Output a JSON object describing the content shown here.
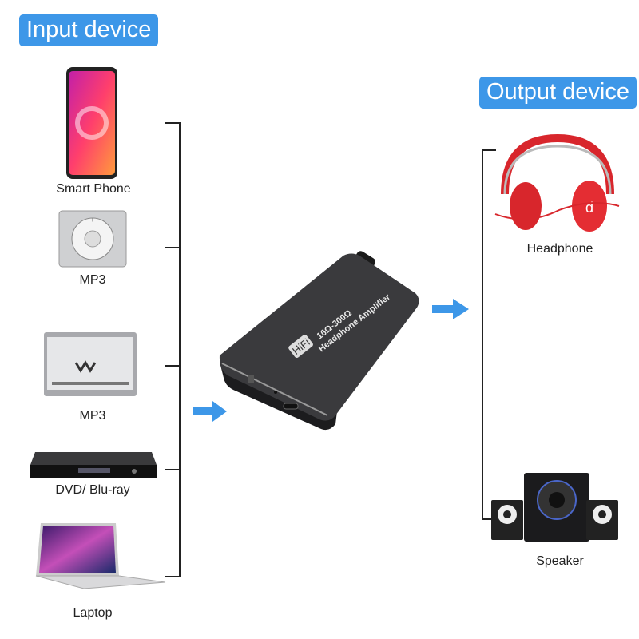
{
  "input_badge": "Input device",
  "output_badge": "Output device",
  "inputs": [
    {
      "label": "Smart Phone",
      "icon": "smartphone-icon"
    },
    {
      "label": "MP3",
      "icon": "mp3-player-icon"
    },
    {
      "label": "MP3",
      "icon": "walkman-icon"
    },
    {
      "label": "DVD/ Blu-ray",
      "icon": "dvd-player-icon"
    },
    {
      "label": "Laptop",
      "icon": "laptop-icon"
    }
  ],
  "outputs": [
    {
      "label": "Headphone",
      "icon": "headphone-icon"
    },
    {
      "label": "Speaker",
      "icon": "speaker-icon"
    }
  ],
  "amplifier": {
    "badge": "HiFi",
    "line1": "16Ω-300Ω",
    "line2": "Headphone Amplifier"
  },
  "colors": {
    "accent": "#3d97e8",
    "device": "#2b2b2d",
    "headphone": "#d8262c"
  }
}
